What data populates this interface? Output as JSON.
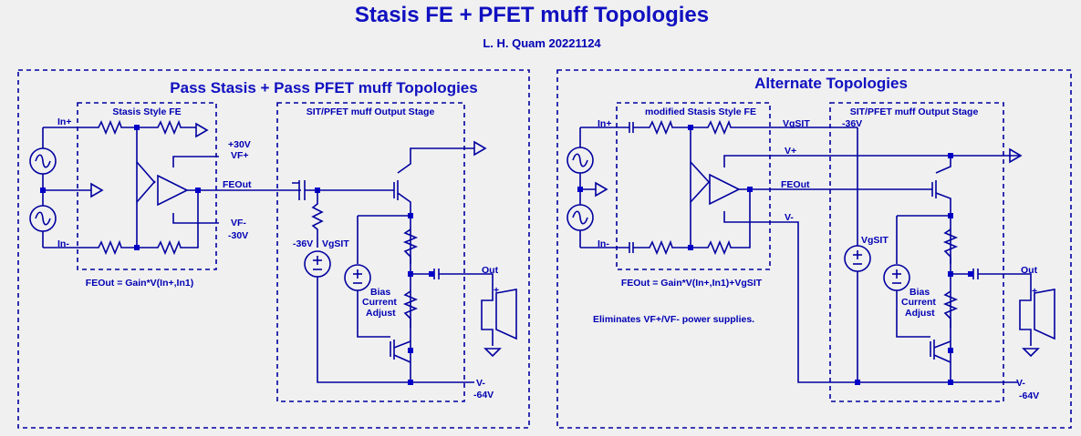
{
  "header": {
    "title": "Stasis FE + PFET muff Topologies",
    "subtitle": "L. H. Quam 20221124"
  },
  "left": {
    "title": "Pass Stasis + Pass PFET muff Topologies",
    "fe_box": "Stasis Style FE",
    "out_box": "SIT/PFET muff Output Stage",
    "labels": {
      "in_plus": "In+",
      "in_minus": "In-",
      "vf_plus_voltage": "+30V",
      "vf_plus": "VF+",
      "fe_out": "FEOut",
      "vf_minus": "VF-",
      "vf_minus_voltage": "-30V",
      "neg36": "-36V",
      "vgsit": "VgSIT",
      "bias1": "Bias",
      "bias2": "Current",
      "bias3": "Adjust",
      "out": "Out",
      "plus": "+",
      "v_minus": "V-",
      "neg64": "-64V"
    },
    "formula": "FEOut = Gain*V(In+,In1)"
  },
  "right": {
    "title": "Alternate Topologies",
    "fe_box": "modified Stasis Style FE",
    "out_box": "SIT/PFET muff Output Stage",
    "labels": {
      "in_plus": "In+",
      "in_minus": "In-",
      "vgsit_top": "VgSIT",
      "neg36": "-36V",
      "v_plus": "V+",
      "fe_out": "FEOut",
      "v_minus_mid": "V-",
      "vgsit": "VgSIT",
      "bias1": "Bias",
      "bias2": "Current",
      "bias3": "Adjust",
      "out": "Out",
      "plus": "+",
      "v_minus": "V-",
      "neg64": "-64V"
    },
    "formula": "FEOut = Gain*V(In+,In1)+VgSIT",
    "note": "Eliminates VF+/VF- power supplies."
  }
}
